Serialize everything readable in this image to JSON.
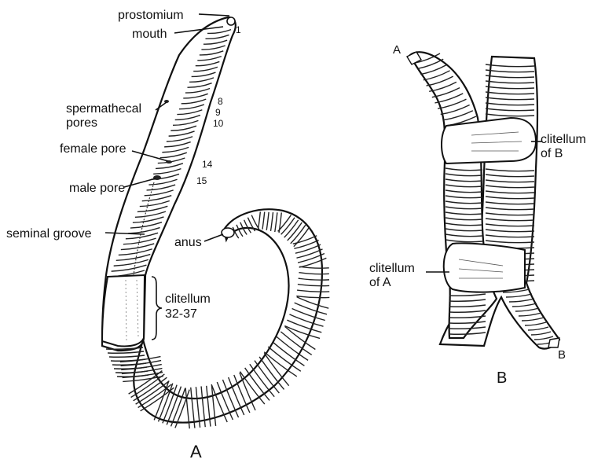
{
  "figure_a": {
    "labels": {
      "prostomium": "prostomium",
      "mouth": "mouth",
      "spermathecal_pores_1": "spermathecal",
      "spermathecal_pores_2": "pores",
      "female_pore": "female pore",
      "male_pore": "male pore",
      "seminal_groove": "seminal groove",
      "anus": "anus",
      "clitellum_1": "clitellum",
      "clitellum_2": "32-37"
    },
    "segment_numbers": [
      "1",
      "8",
      "9",
      "10",
      "14",
      "15"
    ],
    "caption": "A"
  },
  "figure_b": {
    "labels": {
      "worm_a_end": "A",
      "worm_b_end": "B",
      "clitellum_of_b_1": "clitellum",
      "clitellum_of_b_2": "of B",
      "clitellum_of_a_1": "clitellum",
      "clitellum_of_a_2": "of A"
    },
    "caption": "B"
  }
}
